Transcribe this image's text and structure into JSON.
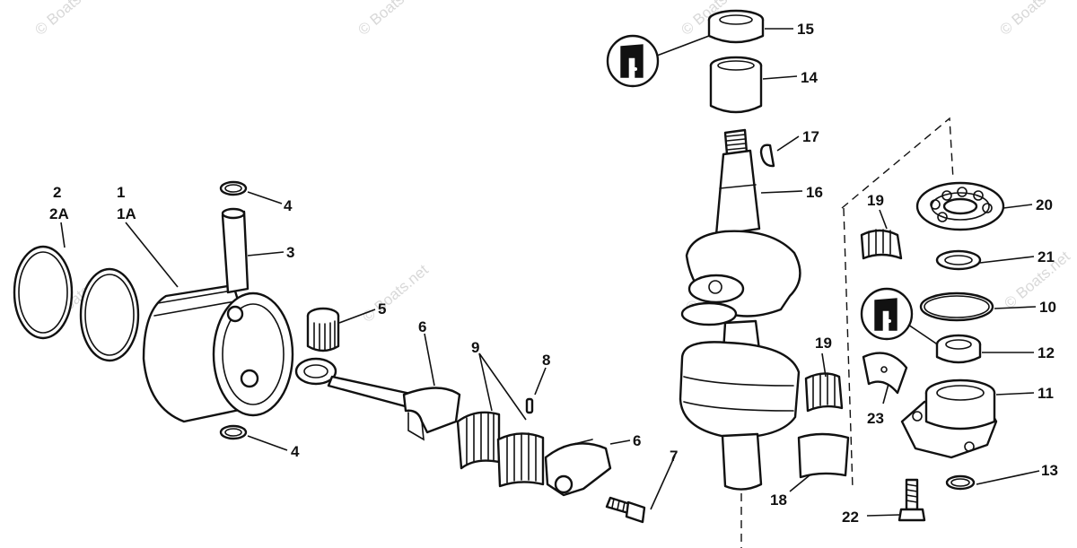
{
  "watermark": {
    "text": "© Boats.net",
    "color": "#b9b9b9"
  },
  "callouts": {
    "c1": "1",
    "c1a": "1A",
    "c2": "2",
    "c2a": "2A",
    "c3": "3",
    "c4_top": "4",
    "c4_bottom": "4",
    "c5": "5",
    "c6_rod": "6",
    "c6_cap": "6",
    "c7": "7",
    "c8": "8",
    "c9": "9",
    "c10": "10",
    "c11": "11",
    "c12": "12",
    "c13": "13",
    "c14": "14",
    "c15": "15",
    "c16": "16",
    "c17": "17",
    "c18": "18",
    "c19_top": "19",
    "c19_mid": "19",
    "c20": "20",
    "c21": "21",
    "c22": "22",
    "c23": "23"
  },
  "icons": {
    "seal_inset_top": "seal-detail-icon",
    "seal_inset_mid": "seal-detail-icon"
  },
  "colors": {
    "ink": "#111111",
    "paper": "#ffffff"
  }
}
